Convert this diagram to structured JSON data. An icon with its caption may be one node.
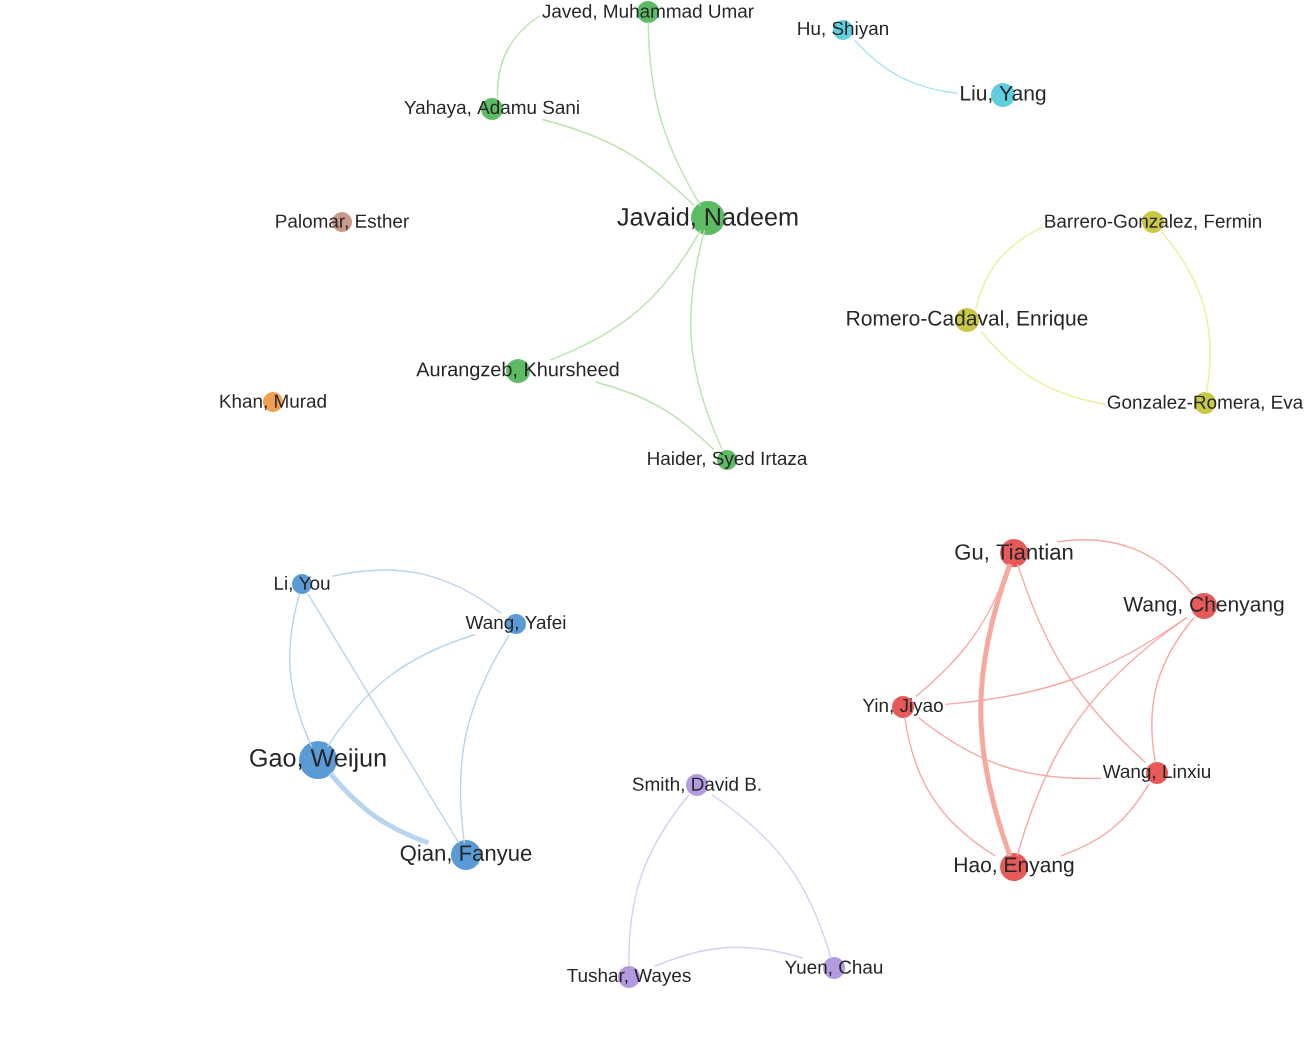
{
  "diagram": {
    "nodes": [
      {
        "text": [
          "Javed, Muhammad Umar"
        ]
      },
      {
        "text": [
          "Hu, Shiyan"
        ]
      },
      {
        "text": [
          "Liu, Yang"
        ]
      },
      {
        "text": [
          "Yahaya, Adamu Sani"
        ]
      },
      {
        "text": [
          "Javaid, Nadeem"
        ]
      },
      {
        "text": [
          "Palomar, Esther"
        ]
      },
      {
        "text": [
          "Barrero-Gonzalez, Fermin"
        ]
      },
      {
        "text": [
          "Romero-Cadaval, Enrique"
        ]
      },
      {
        "text": [
          "Aurangzeb, Khursheed"
        ]
      },
      {
        "text": [
          "Khan, Murad"
        ]
      },
      {
        "text": [
          "Gonzalez-Romera, Eva"
        ]
      },
      {
        "text": [
          "Haider, Syed Irtaza"
        ]
      },
      {
        "text": [
          "Gu, Tiantian"
        ]
      },
      {
        "text": [
          "Li, You"
        ]
      },
      {
        "text": [
          "Wang, Chenyang"
        ]
      },
      {
        "text": [
          "Wang, Yafei"
        ]
      },
      {
        "text": [
          "Yin, Jiyao"
        ]
      },
      {
        "text": [
          "Gao, Weijun"
        ]
      },
      {
        "text": [
          "Wang, Linxiu"
        ]
      },
      {
        "text": [
          "Smith, David B."
        ]
      },
      {
        "text": [
          "Qian, Fanyue"
        ]
      },
      {
        "text": [
          "Hao, Enyang"
        ]
      },
      {
        "text": [
          "Yuen, Chau"
        ]
      },
      {
        "text": [
          "Tushar, Wayes"
        ]
      }
    ],
    "edges": [
      {
        "from": 0,
        "to": 3,
        "arrow": "none",
        "color": "#b9e3ac"
      },
      {
        "from": 0,
        "to": 4,
        "arrow": "none",
        "color": "#b9e3ac"
      },
      {
        "from": 3,
        "to": 4,
        "arrow": "none",
        "color": "#b9e3ac"
      },
      {
        "from": 4,
        "to": 8,
        "arrow": "none",
        "color": "#b9e3ac"
      },
      {
        "from": 4,
        "to": 11,
        "arrow": "none",
        "color": "#b9e3ac"
      },
      {
        "from": 8,
        "to": 11,
        "arrow": "none",
        "color": "#b9e3ac"
      },
      {
        "from": 1,
        "to": 2,
        "arrow": "none",
        "color": "#a6e6f0"
      },
      {
        "from": 6,
        "to": 7,
        "arrow": "none",
        "color": "#eeee9c"
      },
      {
        "from": 7,
        "to": 10,
        "arrow": "none",
        "color": "#eeee9c"
      },
      {
        "from": 6,
        "to": 10,
        "arrow": "none",
        "color": "#eeee9c"
      },
      {
        "from": 12,
        "to": 14,
        "arrow": "none"
      },
      {
        "from": 12,
        "to": 16,
        "arrow": "none"
      },
      {
        "from": 12,
        "to": 18,
        "arrow": "none"
      },
      {
        "from": 12,
        "to": 21,
        "arrow": "none",
        "style": "thick"
      },
      {
        "from": 14,
        "to": 16,
        "arrow": "none"
      },
      {
        "from": 14,
        "to": 21,
        "arrow": "none"
      },
      {
        "from": 14,
        "to": 18,
        "arrow": "none"
      },
      {
        "from": 16,
        "to": 18,
        "arrow": "none"
      },
      {
        "from": 16,
        "to": 21,
        "arrow": "none"
      },
      {
        "from": 18,
        "to": 21,
        "arrow": "none"
      },
      {
        "from": 13,
        "to": 15,
        "arrow": "none",
        "color": "#b8d5f0"
      },
      {
        "from": 13,
        "to": 17,
        "arrow": "none",
        "color": "#b8d5f0"
      },
      {
        "from": 13,
        "to": 20,
        "arrow": "none",
        "color": "#b8d5f0"
      },
      {
        "from": 15,
        "to": 17,
        "arrow": "none",
        "color": "#b8d5f0"
      },
      {
        "from": 15,
        "to": 20,
        "arrow": "none",
        "color": "#b8d5f0"
      },
      {
        "from": 17,
        "to": 20,
        "arrow": "none",
        "color": "#b8d5f0",
        "style": "thick"
      },
      {
        "from": 19,
        "to": 23,
        "arrow": "none",
        "color": "#dccbf4"
      },
      {
        "from": 19,
        "to": 22,
        "arrow": "none",
        "color": "#dccbf4"
      },
      {
        "from": 23,
        "to": 22,
        "arrow": "none",
        "color": "#dccbf4"
      }
    ]
  }
}
